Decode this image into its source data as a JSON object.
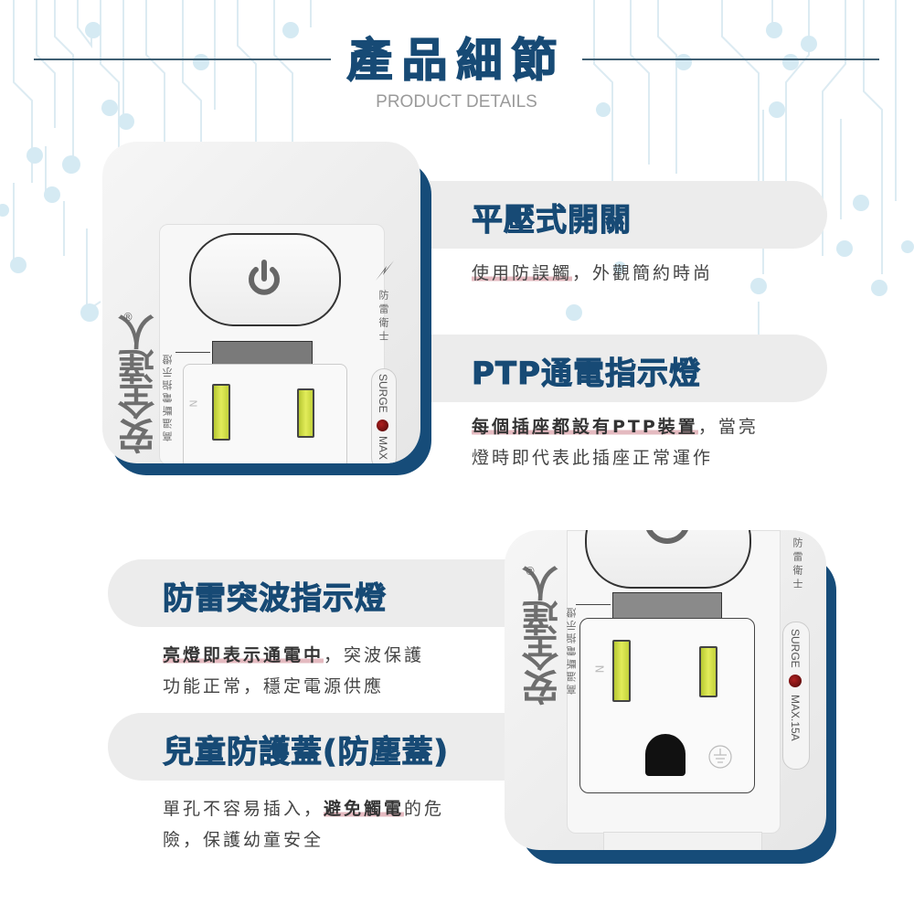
{
  "header": {
    "title": "產品細節",
    "subtitle": "PRODUCT DETAILS"
  },
  "colors": {
    "brand_blue": "#174a75",
    "card_shadow": "#164c79",
    "pill_bg": "#ececec",
    "highlight": "#cd828c",
    "circuit": "#d5eaf3",
    "indicator_red": "#6a0e0e",
    "outlet_slot": "#d4e14a"
  },
  "features": [
    {
      "title": "平壓式開關",
      "desc_line1_highlight": "使用防誤觸",
      "desc_line1_rest": "，外觀簡約時尚",
      "desc_line2": ""
    },
    {
      "title": "PTP通電指示燈",
      "desc_line1_highlight": "每個插座都設有PTP裝置",
      "desc_line1_rest": "，當亮",
      "desc_line2": "燈時即代表此插座正常運作"
    },
    {
      "title": "防雷突波指示燈",
      "desc_line1_highlight": "亮燈即表示通電中",
      "desc_line1_rest": "，突波保護",
      "desc_line2": "功能正常，穩定電源供應"
    },
    {
      "title": "兒童防護蓋(防塵蓋)",
      "desc_line1_pre": "單孔不容易插入，",
      "desc_line1_highlight": "避免觸電",
      "desc_line1_rest": "的危",
      "desc_line2": "險，保護幼童安全"
    }
  ],
  "device": {
    "brand": "安全達人",
    "registered": "®",
    "indicator_label": "高溫斷電指示燈",
    "guard_label": "防雷衛士",
    "surge_label": "SURGE",
    "max_label": "MAX.15A",
    "max_label_cropped": "MAX",
    "neutral_mark": "N",
    "power_icon": "power-icon",
    "lightning_icon": "lightning-icon",
    "ground_icon": "ground-icon"
  }
}
